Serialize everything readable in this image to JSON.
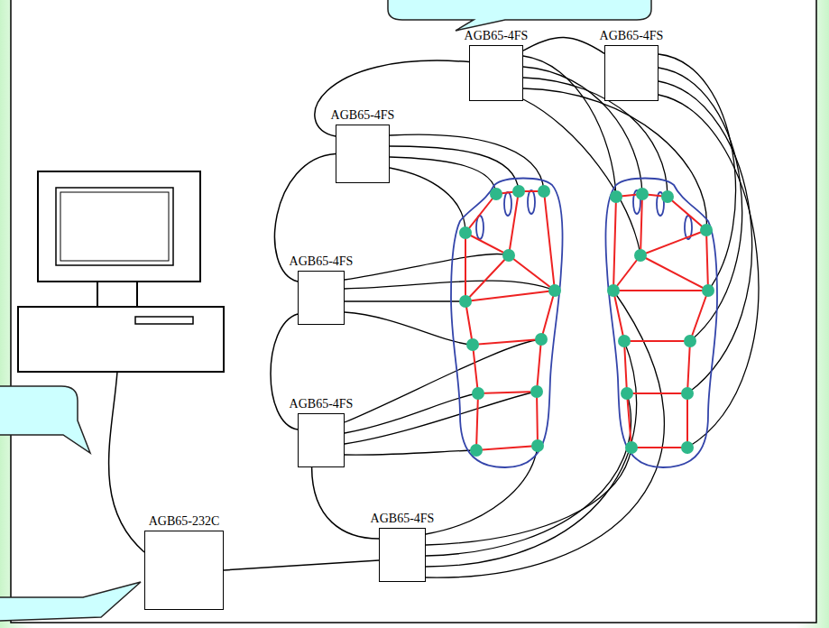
{
  "diagram": {
    "nodes": [
      {
        "text": [
          "AGB65-4FS"
        ]
      },
      {
        "text": [
          "AGB65-4FS"
        ]
      },
      {
        "text": [
          "AGB65-4FS"
        ]
      },
      {
        "text": [
          "AGB65-4FS"
        ]
      },
      {
        "text": [
          "AGB65-4FS"
        ]
      },
      {
        "text": [
          "AGB65-232C"
        ]
      },
      {
        "text": [
          "AGB65-4FS"
        ]
      }
    ],
    "edges": [
      {
        "from": 5,
        "to": 6,
        "arrow": "none"
      },
      {
        "from": 6,
        "to": 4,
        "arrow": "none"
      },
      {
        "from": 4,
        "to": 3,
        "arrow": "none"
      },
      {
        "from": 3,
        "to": 2,
        "arrow": "none"
      },
      {
        "from": 2,
        "to": 0,
        "arrow": "none"
      },
      {
        "from": 0,
        "to": 1,
        "arrow": "none"
      }
    ]
  }
}
